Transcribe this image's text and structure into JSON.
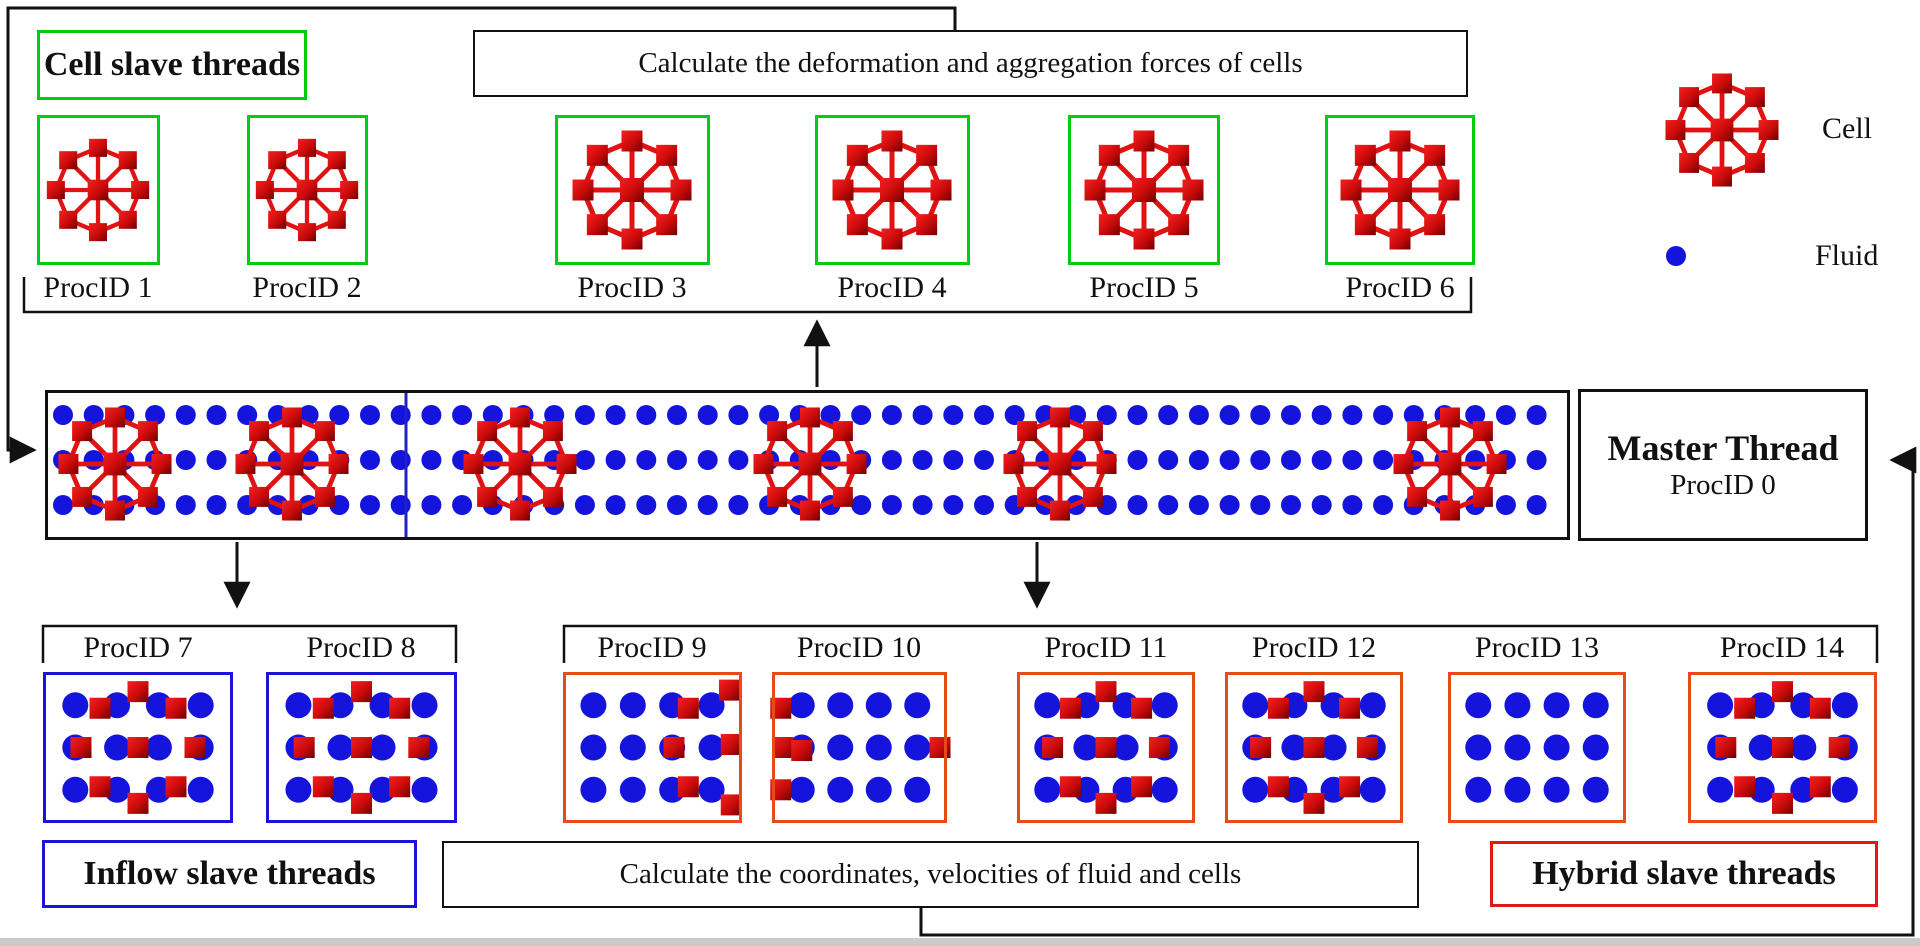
{
  "boxes": {
    "top_action": "Calculate the deformation and aggregation forces of cells",
    "bottom_action": "Calculate the coordinates, velocities of fluid and cells"
  },
  "groups": {
    "cell_slave": {
      "title": "Cell slave threads",
      "procs": [
        "ProcID 1",
        "ProcID 2",
        "ProcID 3",
        "ProcID 4",
        "ProcID 5",
        "ProcID 6"
      ]
    },
    "master": {
      "title": "Master Thread",
      "proc": "ProcID 0"
    },
    "inflow": {
      "title": "Inflow slave threads",
      "procs": [
        "ProcID 7",
        "ProcID 8"
      ]
    },
    "hybrid": {
      "title": "Hybrid slave threads",
      "procs": [
        "ProcID 9",
        "ProcID 10",
        "ProcID 11",
        "ProcID 12",
        "ProcID 13",
        "ProcID 14"
      ]
    }
  },
  "legend": {
    "cell": "Cell",
    "fluid": "Fluid"
  },
  "colors": {
    "cell_red": "#e01212",
    "cell_dark": "#6f0000",
    "fluid_blue": "#1414dd",
    "green_border": "#00cc11",
    "blue_border": "#1d12d8",
    "orange_border": "#e84b1a",
    "red_border": "#e31515",
    "line_black": "#111111",
    "divider_blue": "#2121cc"
  }
}
